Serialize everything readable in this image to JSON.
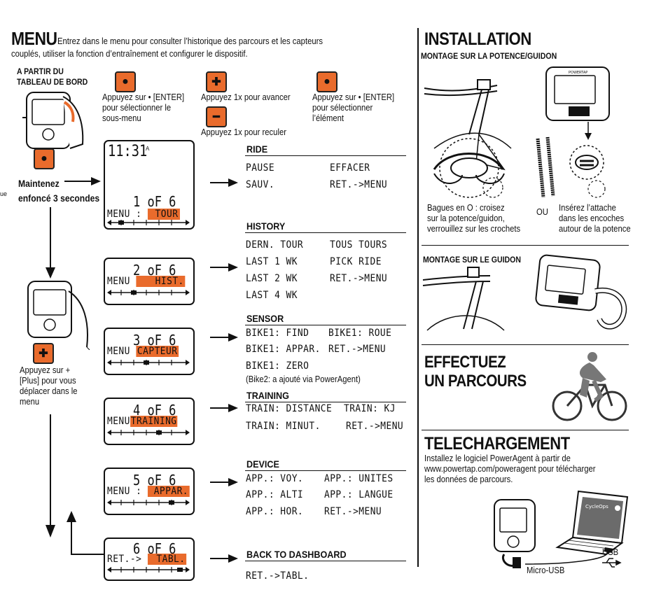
{
  "menu": {
    "title": "MENU",
    "intro_line1": "Entrez dans le menu pour consulter l’historique des parcours et les capteurs",
    "intro_line2": "couplés, utiliser la fonction d’entraînement et configurer le dispositif.",
    "from_dashboard_line1": "A PARTIR DU",
    "from_dashboard_line2": "TABLEAU DE BORD",
    "hold_line1": "Maintenez",
    "hold_line2": "enfoncé 3 secondes",
    "side_fragment": "ue",
    "instr_enter_1": [
      "Appuyez sur • [ENTER]",
      "pour sélectionner le",
      "sous-menu"
    ],
    "instr_plus": "Appuyez 1x pour avancer",
    "instr_minus": "Appuyez 1x pour reculer",
    "instr_enter_2": [
      "Appuyez sur • [ENTER]",
      "pour sélectionner",
      "l’élément"
    ],
    "instr_plus_nav": [
      "Appuyez sur +",
      "[Plus] pour vous",
      "déplacer dans le",
      "menu"
    ],
    "screen_time": "11:31",
    "screen_time_flag": "A",
    "screens": [
      {
        "count": "1 oF 6",
        "left": "MENU :",
        "hl": "TOUR"
      },
      {
        "count": "2 oF 6",
        "left": "MENU",
        "hl": "HIST."
      },
      {
        "count": "3 oF 6",
        "left": "MENU",
        "hl": "CAPTEUR"
      },
      {
        "count": "4 oF 6",
        "left": "MENU",
        "hl": "TRAINING"
      },
      {
        "count": "5 oF 6",
        "left": "MENU :",
        "hl": "APPAR."
      },
      {
        "count": "6 oF 6",
        "left": "RET.->",
        "hl": "TABL."
      }
    ],
    "sections": {
      "ride": {
        "title": "RIDE",
        "items": [
          "PAUSE",
          "EFFACER",
          "SAUV.",
          "RET.->MENU"
        ]
      },
      "history": {
        "title": "HISTORY",
        "items": [
          "DERN. TOUR",
          "TOUS TOURS",
          "LAST 1 WK",
          "PICK RIDE",
          "LAST 2 WK",
          "RET.->MENU",
          "LAST 4 WK"
        ]
      },
      "sensor": {
        "title": "SENSOR",
        "items": [
          "BIKE1: FIND",
          "BIKE1: ROUE",
          "BIKE1: APPAR.",
          "RET.->MENU",
          "BIKE1: ZERO"
        ],
        "note": "(Bike2: a ajouté via PowerAgent)"
      },
      "training": {
        "title": "TRAINING",
        "items": [
          "TRAIN: DISTANCE",
          "TRAIN: KJ",
          "TRAIN: MINUT.",
          "RET.->MENU"
        ]
      },
      "device": {
        "title": "DEVICE",
        "items": [
          "APP.: VOY.",
          "APP.: UNITES",
          "APP.: ALTI",
          "APP.: LANGUE",
          "APP.: HOR.",
          "RET.->MENU"
        ]
      },
      "back": {
        "title": "BACK TO DASHBOARD",
        "items": [
          "RET.->TABL."
        ]
      }
    }
  },
  "installation": {
    "title": "INSTALLATION",
    "stem_title": "MONTAGE SUR LA POTENCE/GUIDON",
    "caption_left": [
      "Bagues en O : croisez",
      "sur la potence/guidon,",
      "verrouillez sur les crochets"
    ],
    "caption_or": "OU",
    "caption_right": [
      "Insérez l’attache",
      "dans les encoches",
      "autour de la potence"
    ],
    "bar_title": "MONTAGE SUR LE GUIDON",
    "device_brand": "POWERTAP"
  },
  "ride": {
    "title_line1": "EFFECTUEZ",
    "title_line2": "UN PARCOURS"
  },
  "download": {
    "title": "TELECHARGEMENT",
    "lines": [
      "Installez le logiciel PowerAgent à partir de",
      "www.powertap.com/poweragent pour télécharger",
      "les données de parcours."
    ],
    "usb_label": "USB",
    "micro_usb_label": "Micro-USB",
    "laptop_logo": "CycleOps"
  },
  "colors": {
    "accent": "#e96b2c",
    "ink": "#111111"
  }
}
